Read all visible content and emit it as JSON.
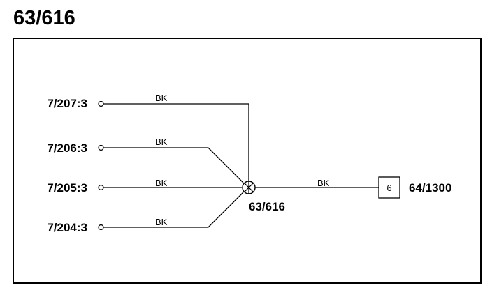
{
  "title": "63/616",
  "wires": [
    {
      "terminal": "7/207:3",
      "color": "BK"
    },
    {
      "terminal": "7/206:3",
      "color": "BK"
    },
    {
      "terminal": "7/205:3",
      "color": "BK"
    },
    {
      "terminal": "7/204:3",
      "color": "BK"
    }
  ],
  "splice": {
    "label": "63/616"
  },
  "output_wire": {
    "color": "BK"
  },
  "connector": {
    "pin": "6",
    "label": "64/1300"
  }
}
